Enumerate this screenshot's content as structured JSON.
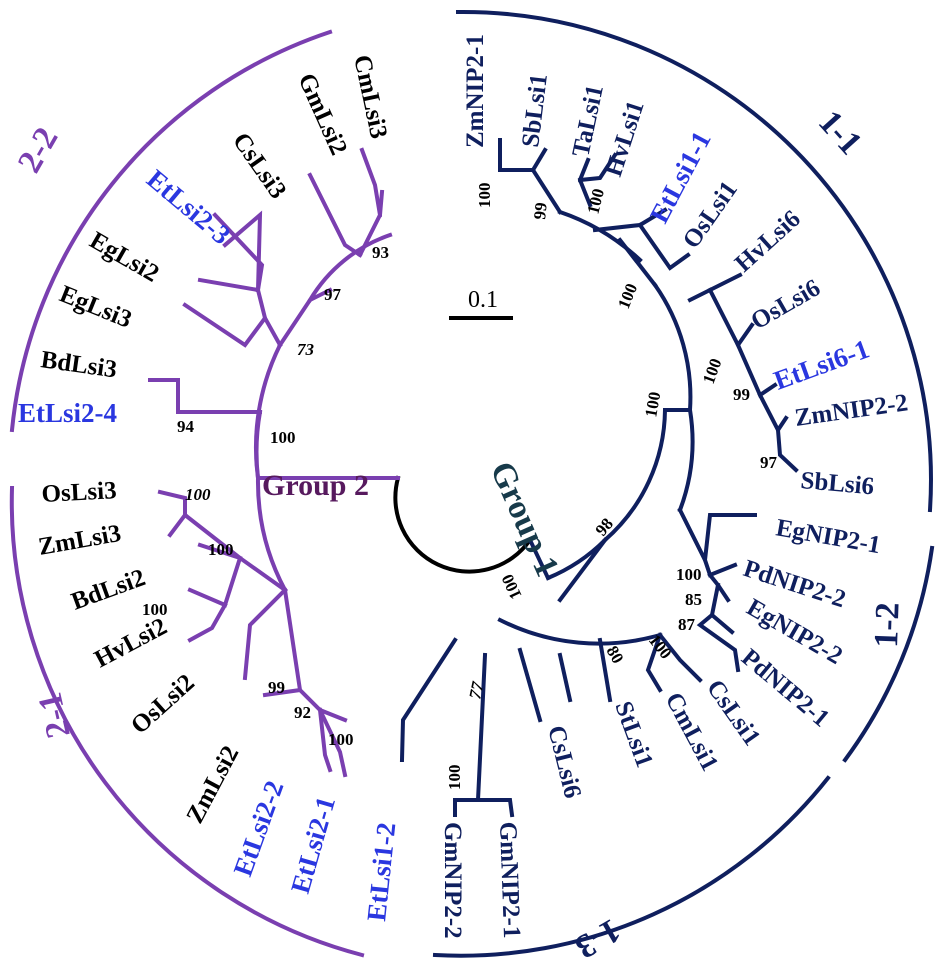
{
  "colors": {
    "group1": "#0f1f5e",
    "group2": "#7a3fb0",
    "highlight": "#2a37e0",
    "root": "#000000",
    "text": "#000000",
    "group1_label": "#173a4a",
    "group2_label": "#571a5e"
  },
  "scale_bar": {
    "label": "0.1"
  },
  "groups": [
    {
      "id": "g1",
      "label": "Group 1",
      "root_bootstrap": "100"
    },
    {
      "id": "g2",
      "label": "Group 2",
      "root_bootstrap": "100"
    }
  ],
  "subgroups": [
    "1-1",
    "1-2",
    "1-3",
    "2-1",
    "2-2"
  ],
  "leaves": [
    "ZmNIP2-1",
    "SbLsi1",
    "TaLsi1",
    "HvLsi1",
    "EtLsi1-1",
    "OsLsi1",
    "HvLsi6",
    "OsLsi6",
    "EtLsi6-1",
    "ZmNIP2-2",
    "SbLsi6",
    "EgNIP2-1",
    "PdNIP2-2",
    "EgNIP2-2",
    "PdNIP2-1",
    "CsLsi1",
    "CmLsi1",
    "StLsi1",
    "CsLsi6",
    "GmNIP2-1",
    "GmNIP2-2",
    "EtLsi1-2",
    "EtLsi2-1",
    "EtLsi2-2",
    "ZmLsi2",
    "OsLsi2",
    "HvLsi2",
    "BdLsi2",
    "ZmLsi3",
    "OsLsi3",
    "EtLsi2-4",
    "BdLsi3",
    "EgLsi3",
    "EgLsi2",
    "EtLsi2-3",
    "CsLsi3",
    "GmLsi2",
    "CmLsi3"
  ],
  "bootstraps": [
    "100",
    "99",
    "100",
    "100",
    "100",
    "100",
    "99",
    "97",
    "98",
    "100",
    "85",
    "87",
    "80",
    "100",
    "77",
    "100",
    "93",
    "97",
    "73",
    "94",
    "100",
    "100",
    "99",
    "92",
    "100"
  ]
}
